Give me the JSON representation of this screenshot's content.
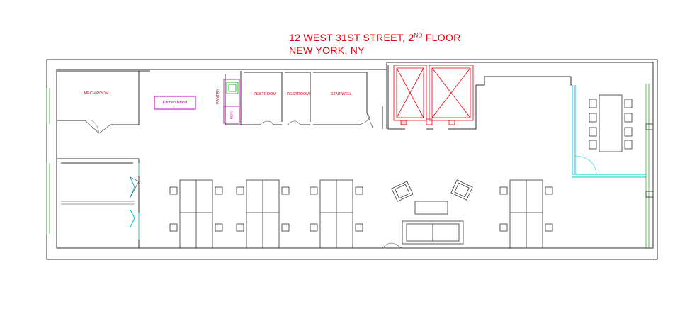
{
  "title": {
    "line1_prefix": "12 WEST 31ST STREET, 2",
    "line1_sup": "ND",
    "line1_suffix": " FLOOR",
    "line2": "NEW YORK, NY"
  },
  "rooms": {
    "mech": "MECH ROOM",
    "kitchen_island": "Kitchen Island",
    "pantry": "PANTRY",
    "refrigerator": "REFG",
    "restroom_1": "RESTROOM",
    "restroom_2": "RESTROOM",
    "stairwell": "STAIRWELL"
  },
  "colors": {
    "walls": "#333333",
    "title": "#e8000d",
    "room_labels": "#d0001a",
    "elevators": "#e8000d",
    "glass": "#00c8d8",
    "kitchen": "#c000c0",
    "sink": "#00b000",
    "windows": "#3caa3c"
  }
}
